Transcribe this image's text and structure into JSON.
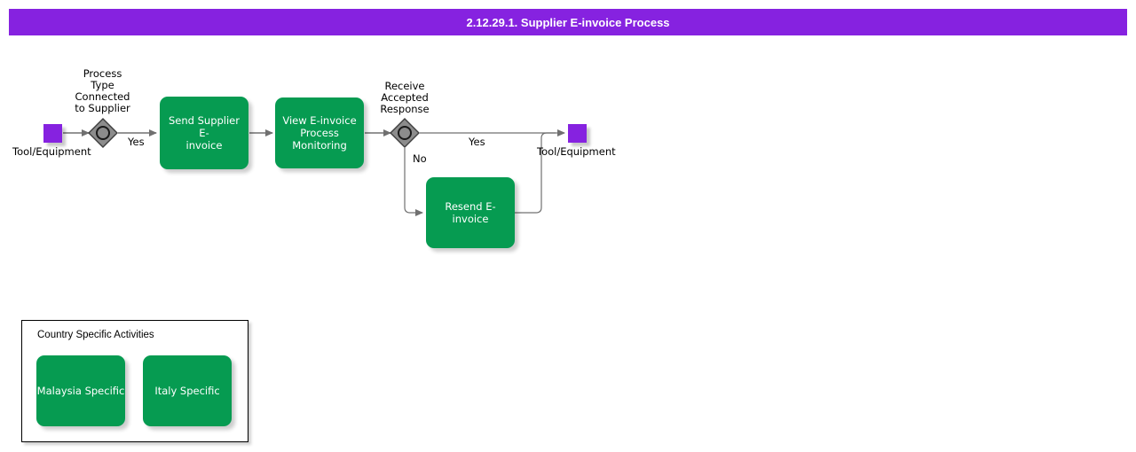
{
  "title": "2.12.29.1. Supplier E-invoice Process",
  "colors": {
    "title_bar": "#8622e0",
    "task_green": "#069b51",
    "event_purple": "#8622e0",
    "gateway_gray": "#808080",
    "edge": "#707070",
    "text_dark": "#000000",
    "text_light": "#ffffff"
  },
  "diagram": {
    "start_event": {
      "name": "start-event",
      "label": "Tool/Equipment",
      "shape": "square"
    },
    "end_event": {
      "name": "end-event",
      "label": "Tool/Equipment",
      "shape": "square"
    },
    "gateways": [
      {
        "id": "gateway-process-type",
        "label": "Process\nType\nConnected\nto Supplier",
        "line1": "Process",
        "line2": "Type",
        "line3": "Connected",
        "line4": "to Supplier",
        "type": "event-based-gateway"
      },
      {
        "id": "gateway-receive-accepted-response",
        "label": "Receive\nAccepted\nResponse",
        "line1": "Receive",
        "line2": "Accepted",
        "line3": "Response",
        "type": "event-based-gateway"
      }
    ],
    "tasks": [
      {
        "id": "task-send-supplier-e-invoice",
        "line1": "Send Supplier E-",
        "line2": "invoice"
      },
      {
        "id": "task-view-e-invoice-process-monitoring",
        "line1": "View E-invoice",
        "line2": "Process",
        "line3": "Monitoring"
      },
      {
        "id": "task-resend-e-invoice",
        "line1": "Resend E-",
        "line2": "invoice"
      }
    ],
    "edge_labels": {
      "gateway1_yes": "Yes",
      "gateway2_yes": "Yes",
      "gateway2_no": "No"
    }
  },
  "legend": {
    "title": "Country Specific Activities",
    "items": [
      {
        "id": "legend-malaysia-specific",
        "line1": "Malaysia",
        "line2": "Specific"
      },
      {
        "id": "legend-italy-specific",
        "line1": "Italy Specific",
        "line2": ""
      }
    ]
  }
}
